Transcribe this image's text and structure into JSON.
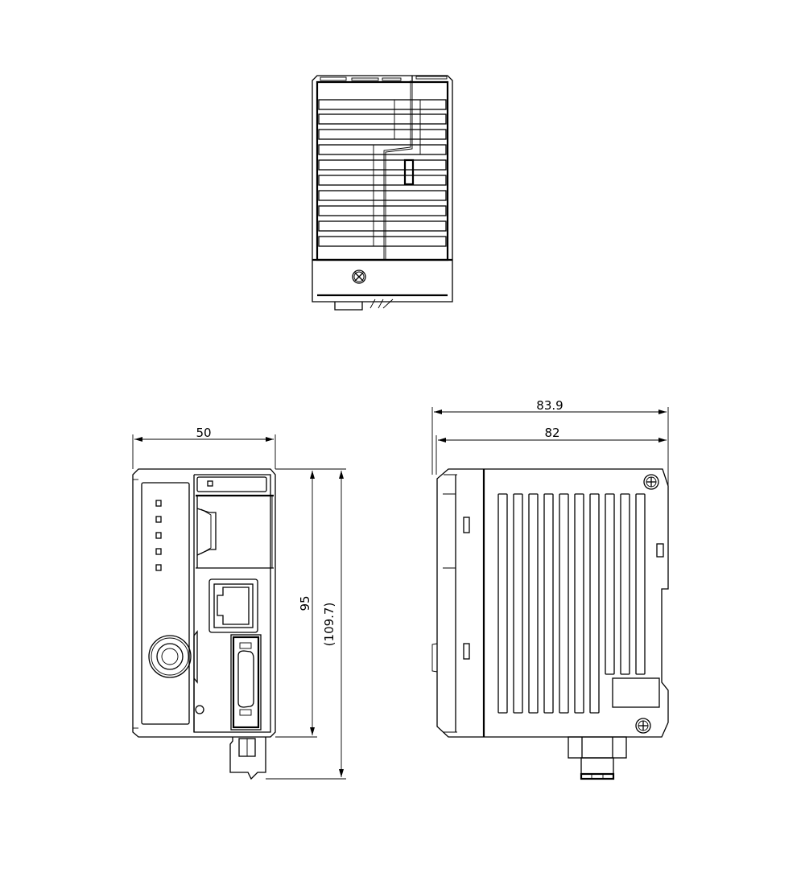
{
  "drawing": {
    "views": [
      "top-view",
      "front-view",
      "side-view"
    ],
    "front_view": {
      "width_label": "50",
      "height_label": "95",
      "overall_height_label": "(109.7)",
      "led_count": 5
    },
    "side_view": {
      "overall_depth_label": "83.9",
      "depth_label": "82",
      "vent_slot_count": 10
    },
    "top_view": {
      "fin_rows": 10
    },
    "colors": {
      "line": "#000000",
      "background": "#ffffff"
    }
  }
}
